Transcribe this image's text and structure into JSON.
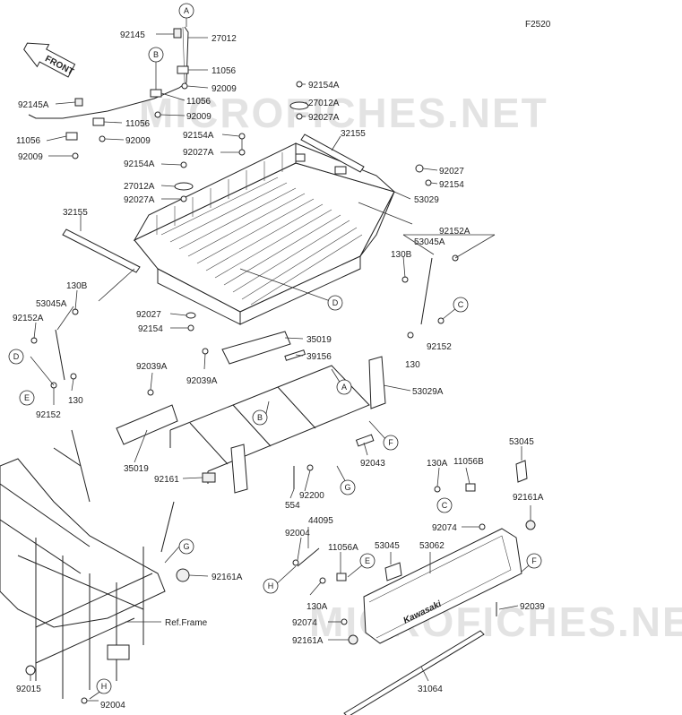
{
  "figure_code": "F2520",
  "front_label": "FRONT",
  "ref_frame_label": "Ref.Frame",
  "logo_text": "Kawasaki",
  "watermarks": [
    "MICROFICHES.NET",
    "MICROFICHES.NET"
  ],
  "callouts": [
    "A",
    "B",
    "C",
    "D",
    "E",
    "F",
    "G",
    "H"
  ],
  "labels": {
    "l92145": "92145",
    "l27012": "27012",
    "l11056_a": "11056",
    "l92009_a": "92009",
    "l92145A": "92145A",
    "l11056_b": "11056",
    "l92009_b": "92009",
    "l11056_c": "11056",
    "l92009_c": "92009",
    "l11056_d": "11056",
    "l92009_d": "92009",
    "l92154A_top": "92154A",
    "l27012A_top": "27012A",
    "l92027A_top": "92027A",
    "l32155_r": "32155",
    "l92154A_m": "92154A",
    "l92027A_m": "92027A",
    "l92154A_l": "92154A",
    "l27012A_l": "27012A",
    "l92027A_l": "92027A",
    "l92027_r": "92027",
    "l92154_r": "92154",
    "l53029": "53029",
    "l32155_l": "32155",
    "l92152A_r": "92152A",
    "l53045A_r": "53045A",
    "l130B_r": "130B",
    "l130B_l": "130B",
    "l53045A_l": "53045A",
    "l92152A_l": "92152A",
    "l92027_c": "92027",
    "l92154_c": "92154",
    "l92152_r": "92152",
    "l130_r": "130",
    "l35019_r": "35019",
    "l39156": "39156",
    "l92039A_a": "92039A",
    "l92039A_b": "92039A",
    "l53029A": "53029A",
    "l130_l": "130",
    "l92152_l": "92152",
    "l35019_l": "35019",
    "l92043": "92043",
    "l53045_r": "53045",
    "l130A_r": "130A",
    "l11056B": "11056B",
    "l92161": "92161",
    "l92200": "92200",
    "l554": "554",
    "l92161A_r": "92161A",
    "l92074_r": "92074",
    "l44095": "44095",
    "l92004": "92004",
    "l11056A": "11056A",
    "l53045_m": "53045",
    "l53062": "53062",
    "l92161A_m": "92161A",
    "l130A_m": "130A",
    "l92074_m": "92074",
    "l92039": "92039",
    "l92161A_b": "92161A",
    "l92015": "92015",
    "l92004_b": "92004",
    "l31064": "31064"
  }
}
